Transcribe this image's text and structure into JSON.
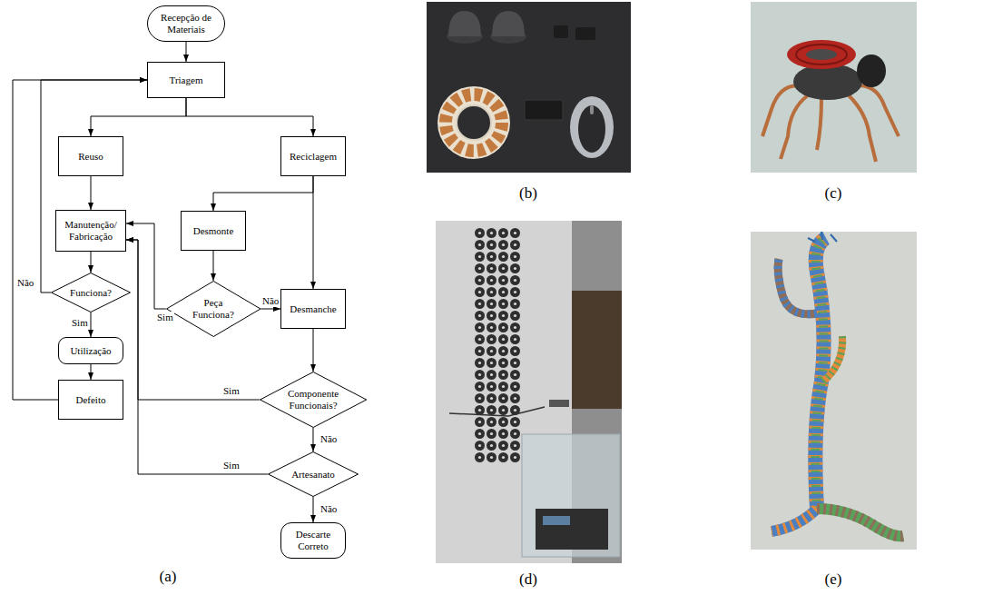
{
  "diagram": {
    "nodes": [
      {
        "text": [
          "Recepção de Materiais"
        ]
      },
      {
        "text": [
          "Triagem"
        ]
      },
      {
        "text": [
          "Reuso"
        ]
      },
      {
        "text": [
          "Reciclagem"
        ]
      },
      {
        "text": [
          "Manutenção/ Fabricação"
        ]
      },
      {
        "text": [
          "Desmonte"
        ]
      },
      {
        "text": [
          "Funciona?"
        ]
      },
      {
        "text": [
          "Peça Funciona?"
        ]
      },
      {
        "text": [
          "Desmanche"
        ]
      },
      {
        "text": [
          "Utilização"
        ]
      },
      {
        "text": [
          "Defeito"
        ]
      },
      {
        "text": [
          "Componente Funcionais?"
        ]
      },
      {
        "text": [
          "Artesanato"
        ]
      },
      {
        "text": [
          "Descarte Correto"
        ]
      }
    ],
    "edges": [
      {
        "from": 0,
        "to": 1,
        "arrow": "to"
      },
      {
        "from": 1,
        "to": 2,
        "arrow": "to"
      },
      {
        "from": 1,
        "to": 3,
        "arrow": "to"
      },
      {
        "from": 2,
        "to": 4,
        "arrow": "to"
      },
      {
        "from": 3,
        "to": 5,
        "arrow": "to"
      },
      {
        "from": 3,
        "to": 8,
        "arrow": "to"
      },
      {
        "from": 4,
        "to": 6,
        "arrow": "to"
      },
      {
        "from": 5,
        "to": 7,
        "arrow": "to"
      },
      {
        "from": 6,
        "to": 9,
        "label": "Sim",
        "arrow": "to"
      },
      {
        "from": 6,
        "to": 1,
        "label": "Não",
        "arrow": "to"
      },
      {
        "from": 9,
        "to": 10,
        "arrow": "to"
      },
      {
        "from": 10,
        "to": 1,
        "arrow": "to"
      },
      {
        "from": 7,
        "to": 4,
        "label": "Sim",
        "arrow": "to"
      },
      {
        "from": 7,
        "to": 8,
        "label": "Não",
        "arrow": "to"
      },
      {
        "from": 8,
        "to": 11,
        "arrow": "to"
      },
      {
        "from": 11,
        "to": 4,
        "label": "Sim",
        "arrow": "to"
      },
      {
        "from": 11,
        "to": 12,
        "label": "Não",
        "arrow": "to"
      },
      {
        "from": 12,
        "to": 4,
        "label": "Sim",
        "arrow": "to"
      },
      {
        "from": 12,
        "to": 13,
        "label": "Não",
        "arrow": "to"
      }
    ],
    "labels": [
      "(a)",
      "(b)",
      "(c)",
      "(d)",
      "(e)"
    ]
  }
}
